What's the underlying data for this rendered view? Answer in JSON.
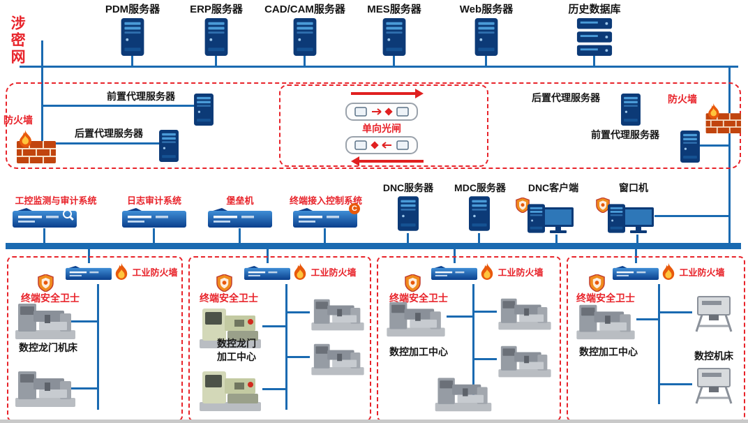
{
  "top": {
    "network_label": "涉密网",
    "servers": [
      {
        "label": "PDM服务器"
      },
      {
        "label": "ERP服务器"
      },
      {
        "label": "CAD/CAM服务器"
      },
      {
        "label": "MES服务器"
      },
      {
        "label": "Web服务器"
      },
      {
        "label": "历史数据库"
      }
    ]
  },
  "gateway": {
    "left_firewall_label": "防火墙",
    "right_firewall_label": "防火墙",
    "left_front_proxy": "前置代理服务器",
    "left_rear_proxy": "后置代理服务器",
    "right_rear_proxy": "后置代理服务器",
    "right_front_proxy": "前置代理服务器",
    "optical_gate_label": "单向光闸"
  },
  "security_row": {
    "systems": [
      {
        "label": "工控监测与审计系统"
      },
      {
        "label": "日志审计系统"
      },
      {
        "label": "堡垒机"
      },
      {
        "label": "终端接入控制系统",
        "badge": "C"
      }
    ],
    "devices": [
      {
        "label": "DNC服务器"
      },
      {
        "label": "MDC服务器"
      },
      {
        "label": "DNC客户端"
      },
      {
        "label": "窗口机"
      }
    ]
  },
  "zones": [
    {
      "firewall_label": "工业防火墙",
      "guard_label": "终端安全卫士",
      "machine_label": "数控龙门机床"
    },
    {
      "firewall_label": "工业防火墙",
      "guard_label": "终端安全卫士",
      "machine_label_line1": "数控龙门",
      "machine_label_line2": "加工中心"
    },
    {
      "firewall_label": "工业防火墙",
      "guard_label": "终端安全卫士",
      "machine_label": "数控加工中心"
    },
    {
      "firewall_label": "工业防火墙",
      "guard_label": "终端安全卫士",
      "machine_label": "数控加工中心",
      "machine_label2": "数控机床"
    }
  ]
}
